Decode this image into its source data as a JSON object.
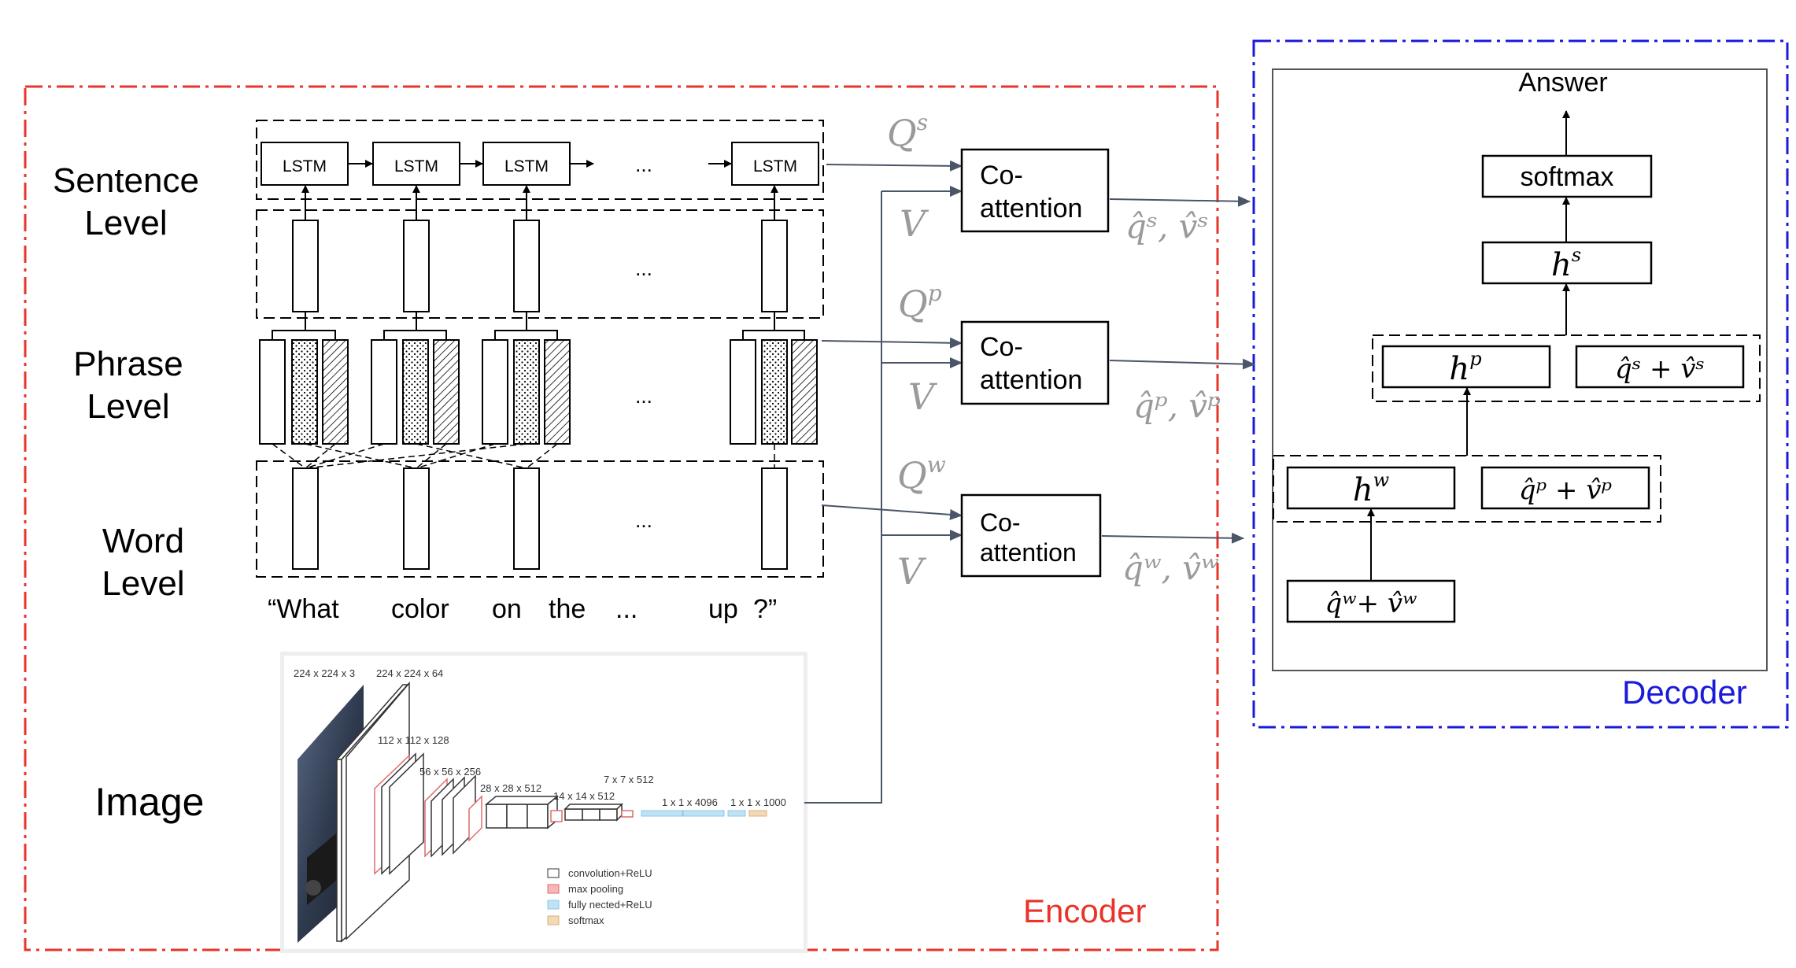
{
  "colors": {
    "encoder_border": "#e8342a",
    "decoder_border": "#1a1adb",
    "arrow_gray": "#4a5568",
    "math_gray": "#9a9a9a",
    "conv_legend": "#ffffff",
    "pool_legend": "#f7b7b7",
    "fc_legend": "#bfe3f5",
    "softmax_legend": "#f3d9b5"
  },
  "levels": {
    "sentence": [
      "Sentence",
      "Level"
    ],
    "phrase": [
      "Phrase",
      "Level"
    ],
    "word": [
      "Word",
      "Level"
    ],
    "image": "Image"
  },
  "lstm_label": "LSTM",
  "ellipsis": "...",
  "question_words": [
    "“What",
    "color",
    "on",
    "the",
    "...",
    "up",
    "?”"
  ],
  "coattention": {
    "line1": "Co-",
    "line2": "attention"
  },
  "math": {
    "Qs": "Q",
    "Qs_sup": "s",
    "Qp": "Q",
    "Qp_sup": "p",
    "Qw": "Q",
    "Qw_sup": "w",
    "V": "V",
    "out_s": "q̂ˢ, v̂ˢ",
    "out_p": "q̂ᵖ, v̂ᵖ",
    "out_w": "q̂ʷ, v̂ʷ"
  },
  "vgg": {
    "dims": [
      "224 x 224 x 3",
      "224 x 224 x 64",
      "112 x 112 x 128",
      "56 x 56 x 256",
      "28 x 28 x 512",
      "14 x 14 x 512",
      "7 x 7 x 512",
      "1 x 1 x 4096",
      "1 x 1 x 1000"
    ],
    "legend": [
      "convolution+ReLU",
      "max pooling",
      "fully nected+ReLU",
      "softmax"
    ]
  },
  "decoder": {
    "answer": "Answer",
    "softmax": "softmax",
    "hs": "h",
    "hs_sup": "s",
    "hp": "h",
    "hp_sup": "p",
    "hw": "h",
    "hw_sup": "w",
    "qv_s": "q̂ˢ + v̂ˢ",
    "qv_p": "q̂ᵖ + v̂ᵖ",
    "qv_w": "q̂ʷ+ v̂ʷ"
  },
  "encoder_label": "Encoder",
  "decoder_label": "Decoder"
}
